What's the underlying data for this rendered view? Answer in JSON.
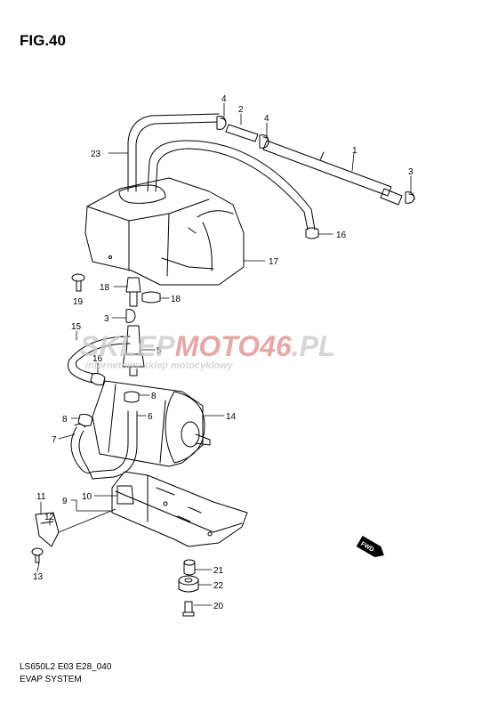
{
  "figure": {
    "title": "FIG.40",
    "code": "LS650L2 E03 E28_040",
    "system": "EVAP SYSTEM"
  },
  "watermark": {
    "text_a": "SKLEP",
    "text_b": "MOTO",
    "text_c": "46",
    "text_d": ".PL",
    "subtitle": "internetowy sklep motocyklowy",
    "color_gray": "#c9c9c9",
    "color_red": "#e08a8a"
  },
  "direction_tag": "FWD",
  "callouts": [
    "1",
    "2",
    "3",
    "3",
    "4",
    "4",
    "5",
    "6",
    "7",
    "8",
    "8",
    "9",
    "10",
    "11",
    "12",
    "13",
    "14",
    "15",
    "16",
    "16",
    "17",
    "18",
    "18",
    "19",
    "20",
    "21",
    "22",
    "23"
  ]
}
